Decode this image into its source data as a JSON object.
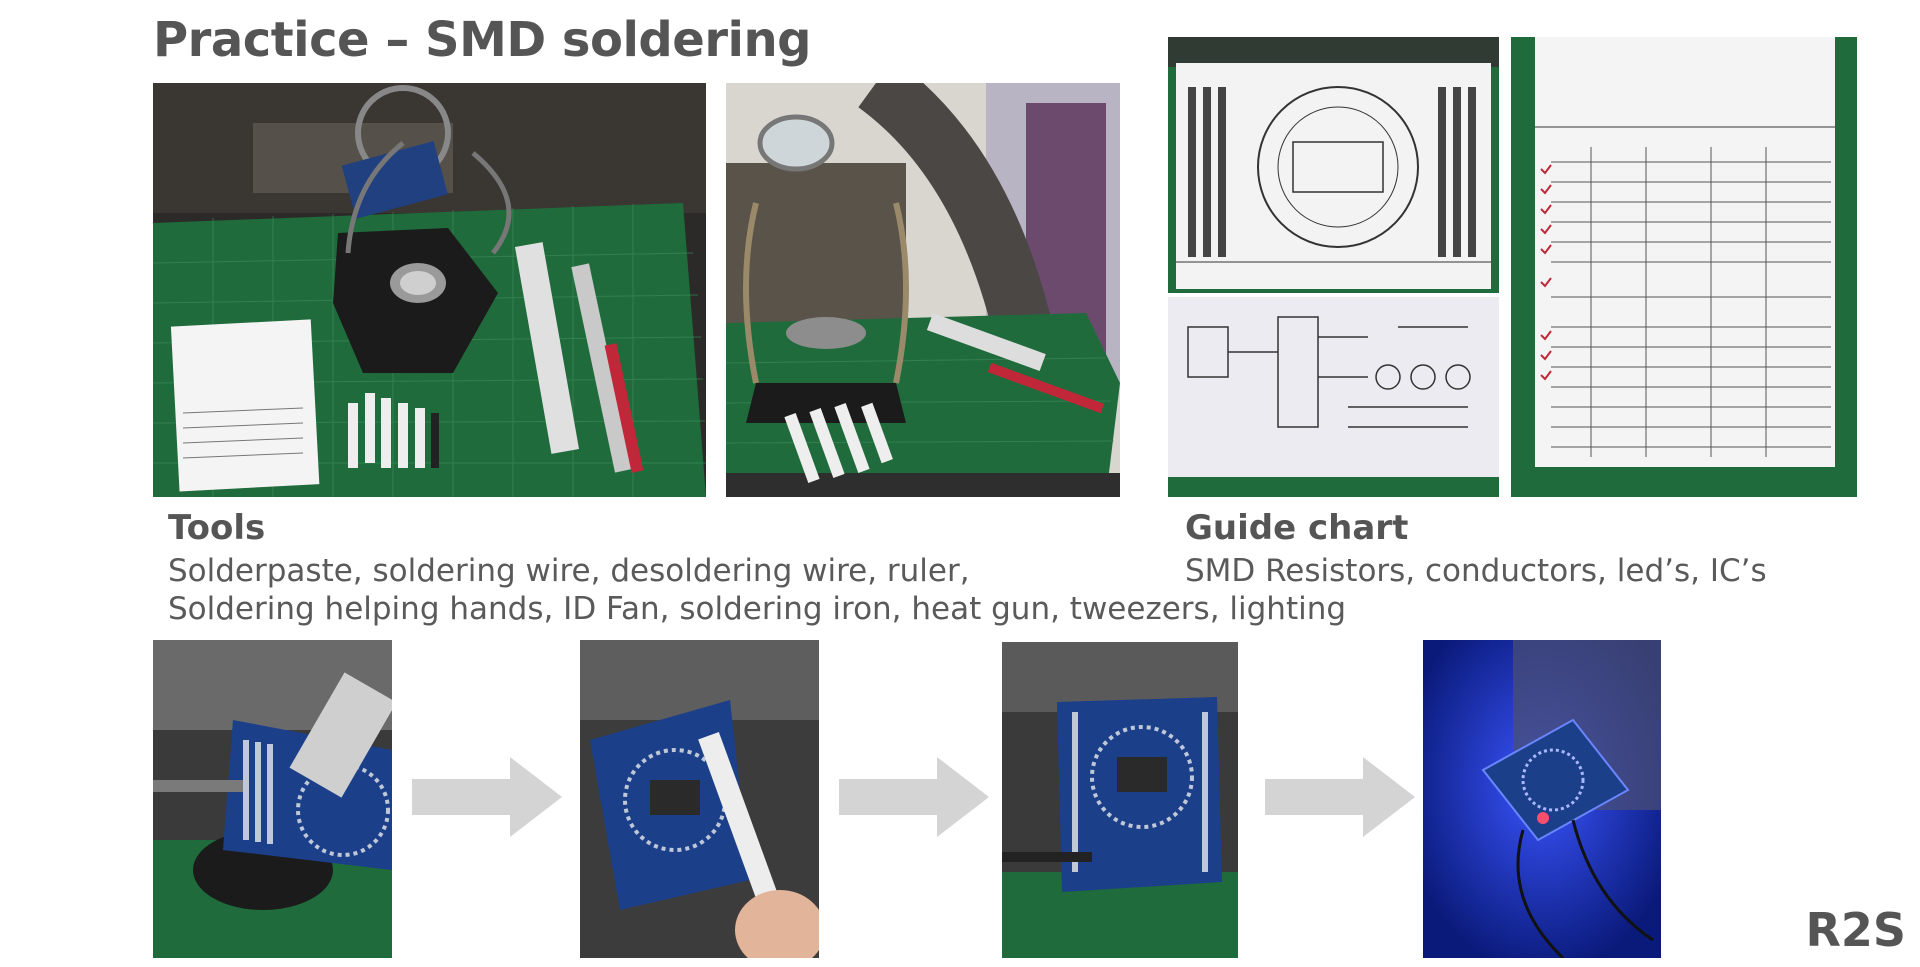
{
  "slide": {
    "title": "Practice – SMD soldering",
    "brand": "R2S"
  },
  "tools": {
    "heading": "Tools",
    "line1": "Solderpaste, soldering wire, desoldering wire, ruler,",
    "line2": "Soldering helping hands, ID Fan, soldering iron, heat gun, tweezers, lighting"
  },
  "guide": {
    "heading": "Guide chart",
    "line1": "SMD Resistors, conductors, led’s, IC’s"
  },
  "colors": {
    "text": "#555555",
    "cutting_mat": "#1f6b3c",
    "pcb": "#1c3f8a",
    "arrow": "#d4d4d4"
  }
}
